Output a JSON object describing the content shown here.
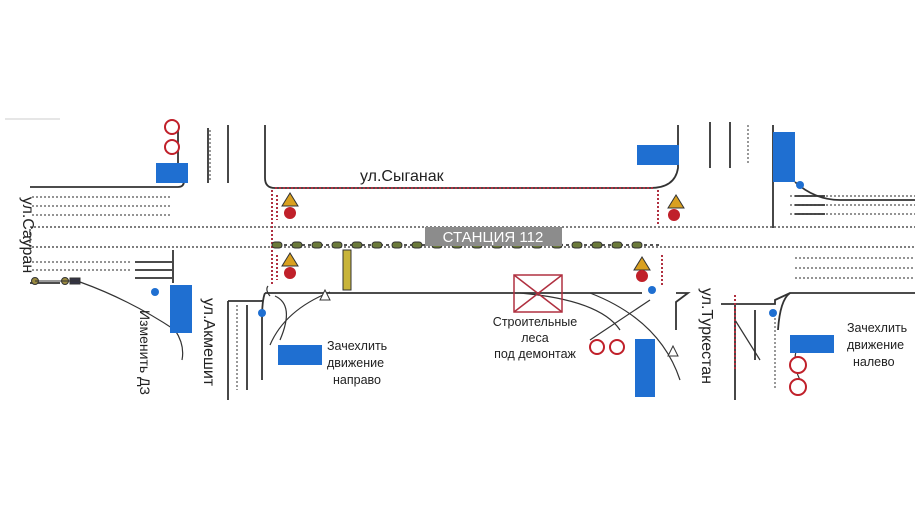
{
  "streets": {
    "syganak": "ул.Сыганак",
    "sauran": "ул.Сауран",
    "akmeshit": "ул.Акмешит",
    "turkestan": "ул.Туркестан"
  },
  "station_label": "СТАНЦИЯ 112",
  "notes": {
    "change_dz": "Изменить ДЗ",
    "cover_right": [
      "Зачехлить",
      "движение",
      "направо"
    ],
    "scaffolding": [
      "Строительные",
      "леса",
      "под демонтаж"
    ],
    "cover_left": [
      "Зачехлить",
      "движение",
      "налево"
    ]
  },
  "colors": {
    "sign_blue": "#1f6fd1",
    "prohibit_red": "#c0202a",
    "barrier_red": "#b03040",
    "station_gray": "#8c8c8c",
    "road_line": "#333333"
  }
}
